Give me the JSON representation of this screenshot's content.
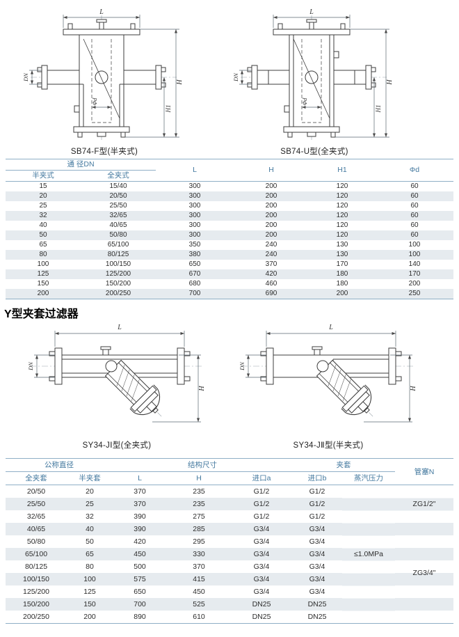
{
  "colors": {
    "header_text": "#44799f",
    "table_rule": "#8fafc6",
    "row_stripe": "#e6ebef"
  },
  "dims": {
    "L": "L",
    "H": "H",
    "H1": "H1",
    "DN": "DN",
    "phid": "Φd"
  },
  "figures": {
    "sb74_f_caption": "SB74-F型(半夹式)",
    "sb74_u_caption": "SB74-U型(全夹式)",
    "sy34_j1_caption": "SY34-JⅠ型(全夹式)",
    "sy34_j2_caption": "SY34-JⅡ型(半夹式)"
  },
  "section": {
    "heading": "Y型夹套过滤器"
  },
  "table1": {
    "header": {
      "group_dn": "通 径DN",
      "col_half": "半夹式",
      "col_full": "全夹式",
      "col_L": "L",
      "col_H": "H",
      "col_H1": "H1",
      "col_phid": "Φd"
    },
    "rows": [
      [
        "15",
        "15/40",
        "300",
        "200",
        "120",
        "60"
      ],
      [
        "20",
        "20/50",
        "300",
        "200",
        "120",
        "60"
      ],
      [
        "25",
        "25/50",
        "300",
        "200",
        "120",
        "60"
      ],
      [
        "32",
        "32/65",
        "300",
        "200",
        "120",
        "60"
      ],
      [
        "40",
        "40/65",
        "300",
        "200",
        "120",
        "60"
      ],
      [
        "50",
        "50/80",
        "300",
        "200",
        "120",
        "60"
      ],
      [
        "65",
        "65/100",
        "350",
        "240",
        "130",
        "100"
      ],
      [
        "80",
        "80/125",
        "380",
        "240",
        "130",
        "100"
      ],
      [
        "100",
        "100/150",
        "650",
        "370",
        "170",
        "140"
      ],
      [
        "125",
        "125/200",
        "670",
        "420",
        "180",
        "170"
      ],
      [
        "150",
        "150/200",
        "680",
        "460",
        "180",
        "200"
      ],
      [
        "200",
        "200/250",
        "700",
        "690",
        "200",
        "250"
      ]
    ]
  },
  "table2": {
    "header": {
      "group_diameter": "公称直径",
      "group_structure": "结构尺寸",
      "group_jacket": "夹套",
      "col_plug": "管塞N",
      "col_full": "全夹套",
      "col_half": "半夹套",
      "col_L": "L",
      "col_H": "H",
      "col_inlet_a": "进口a",
      "col_inlet_b": "进口b",
      "col_steam": "蒸汽压力"
    },
    "rows": [
      [
        "20/50",
        "20",
        "370",
        "235",
        "G1/2",
        "G1/2"
      ],
      [
        "25/50",
        "25",
        "370",
        "235",
        "G1/2",
        "G1/2"
      ],
      [
        "32/65",
        "32",
        "390",
        "275",
        "G1/2",
        "G1/2"
      ],
      [
        "40/65",
        "40",
        "390",
        "285",
        "G3/4",
        "G3/4"
      ],
      [
        "50/80",
        "50",
        "420",
        "295",
        "G3/4",
        "G3/4"
      ],
      [
        "65/100",
        "65",
        "450",
        "330",
        "G3/4",
        "G3/4"
      ],
      [
        "80/125",
        "80",
        "500",
        "370",
        "G3/4",
        "G3/4"
      ],
      [
        "100/150",
        "100",
        "575",
        "415",
        "G3/4",
        "G3/4"
      ],
      [
        "125/200",
        "125",
        "650",
        "450",
        "G3/4",
        "G3/4"
      ],
      [
        "150/200",
        "150",
        "700",
        "525",
        "DN25",
        "DN25"
      ],
      [
        "200/250",
        "200",
        "890",
        "610",
        "DN25",
        "DN25"
      ]
    ],
    "steam_pressure": "≤1.0MPa",
    "plug_groups": [
      {
        "label": "ZG1/2\"",
        "row_span": 3
      },
      {
        "label": "ZG3/4\"",
        "row_span": 8
      }
    ]
  }
}
